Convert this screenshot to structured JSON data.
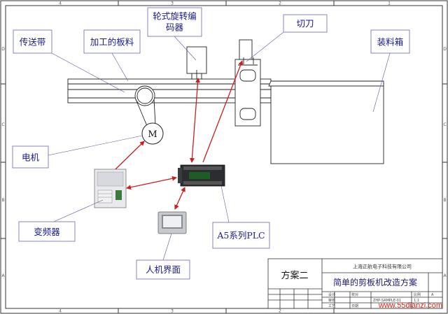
{
  "labels": {
    "conveyor": "传送带",
    "board": "加工的板料",
    "encoder": "轮式旋转编码器",
    "cutter": "切刀",
    "box": "装料箱",
    "motor": "电机",
    "motor_symbol": "M",
    "inverter": "变频器",
    "plc": "A5系列PLC",
    "hmi": "人机界面"
  },
  "title_block": {
    "scheme": "方案二",
    "company": "上海正航电子科技有限公司",
    "title": "简单的剪板机改造方案",
    "small_1": "设计",
    "small_2": "审核",
    "small_3": "工艺",
    "small_4": "校对",
    "small_5": "日期",
    "small_6": "比例",
    "small_7": "ZHP-SAMPLE-01",
    "small_8": "A",
    "small_9": "1:1"
  },
  "border": {
    "top_marks": [
      "4",
      "3",
      "2",
      "1"
    ],
    "side_marks": [
      "D",
      "C",
      "B",
      "A"
    ]
  },
  "watermark": "www.55dianzi.com",
  "colors": {
    "label_text": "#1a1a8c",
    "label_box": "#7a7ab8",
    "arrow": "#cc1f1f",
    "lines": "#222222"
  }
}
